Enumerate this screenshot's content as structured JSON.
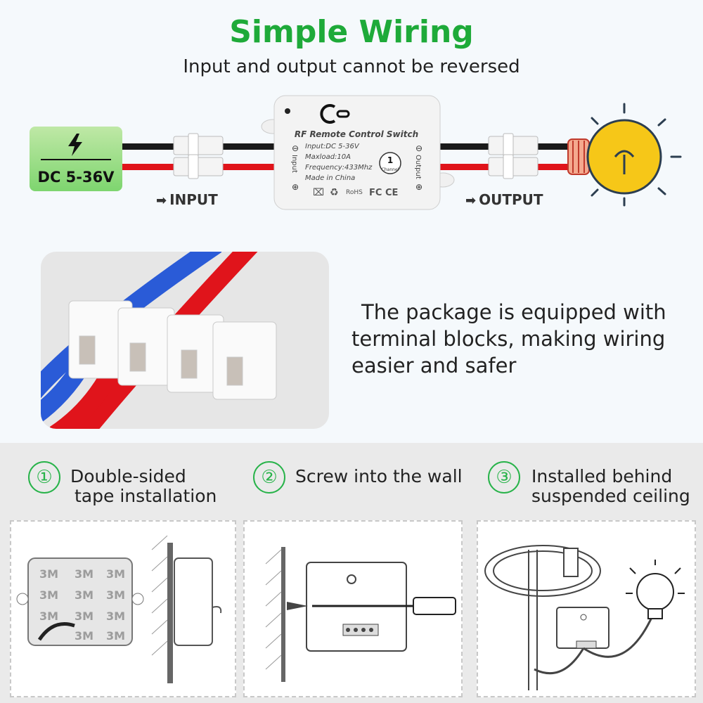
{
  "header": {
    "title": "Simple Wiring",
    "subtitle": "Input and output cannot be reversed"
  },
  "power": {
    "label": "DC 5-36V",
    "icon": "lightning-bolt-icon"
  },
  "device": {
    "name": "RF Remote Control Switch",
    "specs": [
      "Input:DC 5-36V",
      "Maxload:10A",
      "Frequency:433Mhz",
      "Made in China"
    ],
    "input_side": "Input",
    "output_side": "Output",
    "channel_number": "1",
    "channel_word": "Channel",
    "certs": "FC CE"
  },
  "wiring": {
    "input_label": "INPUT",
    "output_label": "OUTPUT",
    "colors": {
      "black_wire": "#1a1a1a",
      "red_wire": "#e0141b",
      "blue_wire": "#2a5bd7",
      "bulb": "#f6c718"
    }
  },
  "package": {
    "text_lines": [
      "The package is equipped with",
      "terminal blocks, making wiring",
      "easier and safer"
    ]
  },
  "steps": [
    {
      "number": "①",
      "line1": "Double-sided",
      "line2": "tape installation"
    },
    {
      "number": "②",
      "line1": "Screw into the wall",
      "line2": ""
    },
    {
      "number": "③",
      "line1": "Installed behind",
      "line2": "suspended ceiling"
    }
  ],
  "tape_text": "3M",
  "accent_color": "#1eaa39"
}
